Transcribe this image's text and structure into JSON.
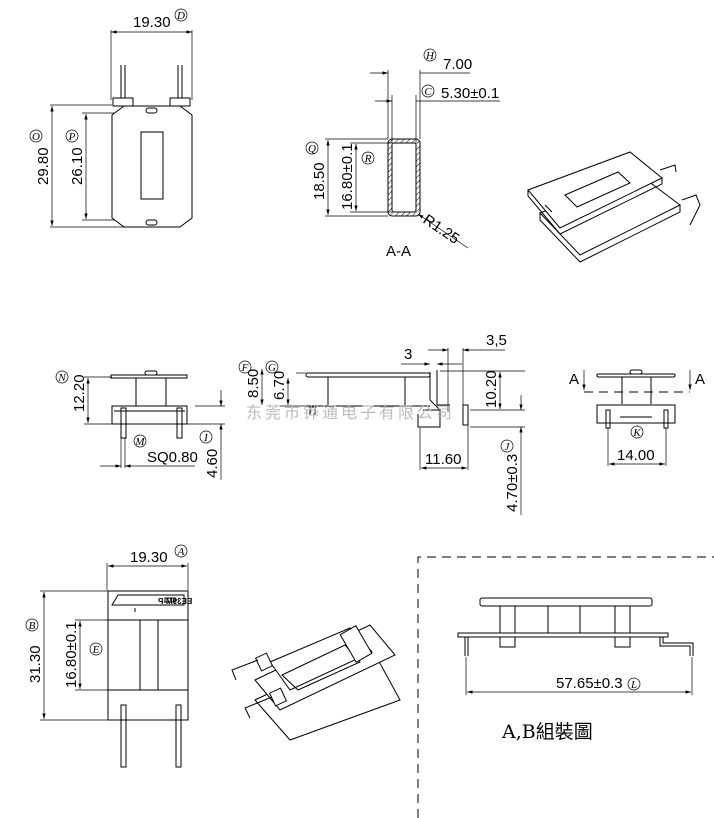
{
  "top_view": {
    "width": "19.30",
    "width_ref": "D",
    "height": "29.80",
    "height_ref": "O",
    "inner_height": "26.10",
    "inner_ref": "P"
  },
  "section": {
    "outer_w": "7.00",
    "outer_w_ref": "H",
    "inner_w": "5.30±0.1",
    "inner_w_ref": "C",
    "outer_h": "18.50",
    "outer_h_ref": "Q",
    "inner_h": "16.80±0.1",
    "inner_h_ref": "R",
    "radius": "R1.25",
    "label": "A-A"
  },
  "side_view": {
    "height": "12.20",
    "height_ref": "N",
    "pin": "SQ0.80",
    "pin_ref": "M",
    "pin_len": "4.60",
    "pin_len_ref": "I"
  },
  "front_view": {
    "h1": "8.50",
    "h1_ref": "F",
    "h2": "6.70",
    "h2_ref": "G",
    "gap1": "3",
    "gap2": "3,5",
    "h3": "10.20",
    "w": "11.60",
    "pin_h": "4.70±0.3",
    "pin_h_ref": "J"
  },
  "end_view": {
    "pitch": "14.00",
    "pitch_ref": "K",
    "section_mark": "A"
  },
  "bottom_view": {
    "width": "19.30",
    "width_ref": "A",
    "height": "31.30",
    "height_ref": "B",
    "inner": "16.80±0.1",
    "inner_ref": "E",
    "part_marking": "EE39M-P"
  },
  "assembly": {
    "length": "57.65±0.3",
    "length_ref": "L",
    "caption": "A,B組裝圖"
  },
  "watermark": "东莞市铧通电子有限公司"
}
